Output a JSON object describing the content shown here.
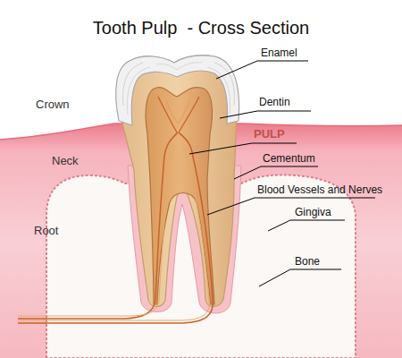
{
  "diagram": {
    "title": "Tooth Pulp  - Cross Section",
    "labels": [
      "Enamel",
      "Dentin",
      "PULP",
      "Cementum",
      "Blood Vessels and Nerves",
      "Gingiva",
      "Bone",
      "Crown",
      "Neck",
      "Root"
    ]
  }
}
